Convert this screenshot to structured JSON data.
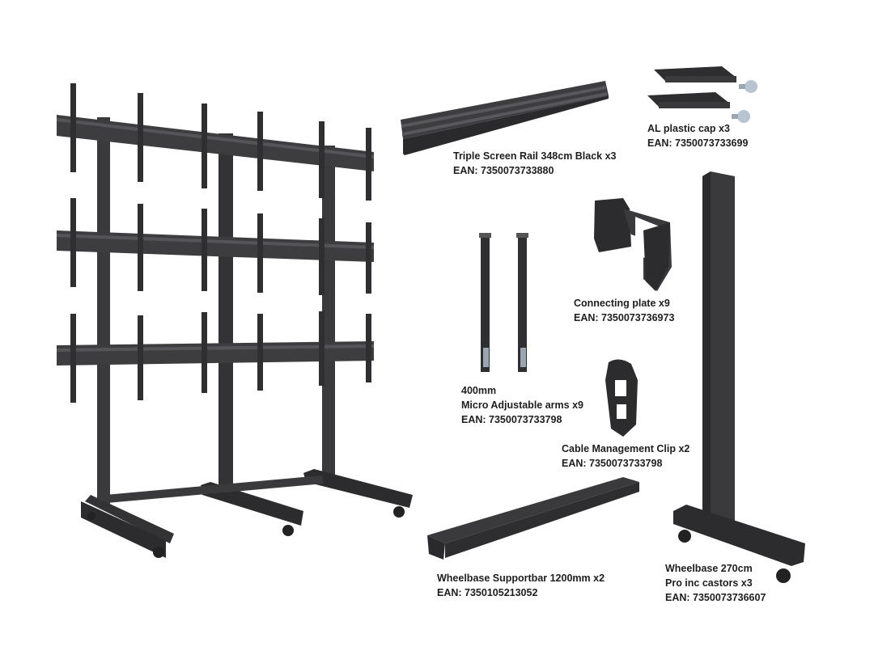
{
  "colors": {
    "metal": "#3a3a3c",
    "metal_dark": "#222224",
    "metal_light": "#5a5a5e",
    "screw": "#b8c4d0",
    "text": "#1e1e1e"
  },
  "items": [
    {
      "id": "rail",
      "name": "Triple Screen Rail 348cm Black x3",
      "ean": "EAN: 7350073733880"
    },
    {
      "id": "cap",
      "name": "AL plastic cap x3",
      "ean": "EAN: 7350073733699"
    },
    {
      "id": "plate",
      "name": "Connecting plate x9",
      "ean": "EAN: 7350073736973"
    },
    {
      "id": "arms",
      "size": "400mm",
      "name": "Micro Adjustable arms x9",
      "ean": "EAN: 7350073733798"
    },
    {
      "id": "clip",
      "name": "Cable Management Clip x2",
      "ean": "EAN: 7350073733798"
    },
    {
      "id": "supportbar",
      "name": "Wheelbase Supportbar 1200mm x2",
      "ean": "EAN: 7350105213052"
    },
    {
      "id": "wheelbase",
      "name": "Wheelbase 270cm",
      "name2": "Pro inc castors x3",
      "ean": "EAN: 7350073736607"
    }
  ]
}
